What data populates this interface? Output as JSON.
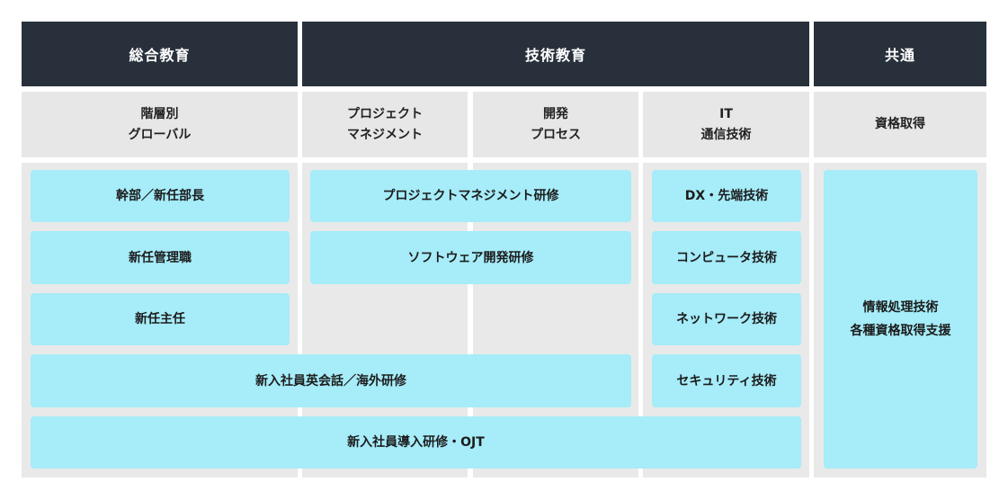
{
  "headers": {
    "general": "総合教育",
    "technical": "技術教育",
    "common": "共通"
  },
  "subheaders": {
    "hierarchy": "階層別\nグローバル",
    "pm": "プロジェクト\nマネジメント",
    "dev": "開発\nプロセス",
    "it": "IT\n通信技術",
    "cert": "資格取得"
  },
  "programs": {
    "exec": "幹部／新任部長",
    "manager": "新任管理職",
    "chief": "新任主任",
    "pm_training": "プロジェクトマネジメント研修",
    "software_training": "ソフトウェア開発研修",
    "dx": "DX・先端技術",
    "computer": "コンピュータ技術",
    "network": "ネットワーク技術",
    "security": "セキュリティ技術",
    "english": "新入社員英会話／海外研修",
    "onboarding": "新入社員導入研修・OJT",
    "certification": "情報処理技術\n各種資格取得支援"
  },
  "colors": {
    "header_bg": "#28313b",
    "subheader_bg": "#e7e7e7",
    "column_bg": "#e9e9e9",
    "box_bg": "#a6ecf9"
  }
}
